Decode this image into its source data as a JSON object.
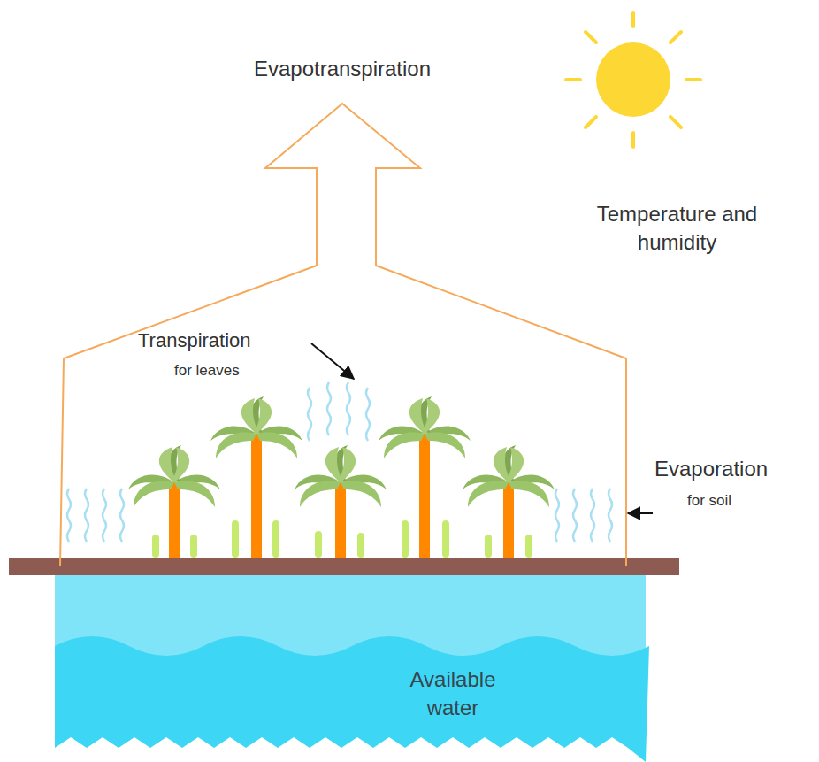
{
  "diagram": {
    "labels": [
      "Evapotranspiration",
      "Temperature and humidity",
      "Transpiration",
      "for leaves",
      "Evaporation",
      "for soil",
      "Available water"
    ]
  }
}
